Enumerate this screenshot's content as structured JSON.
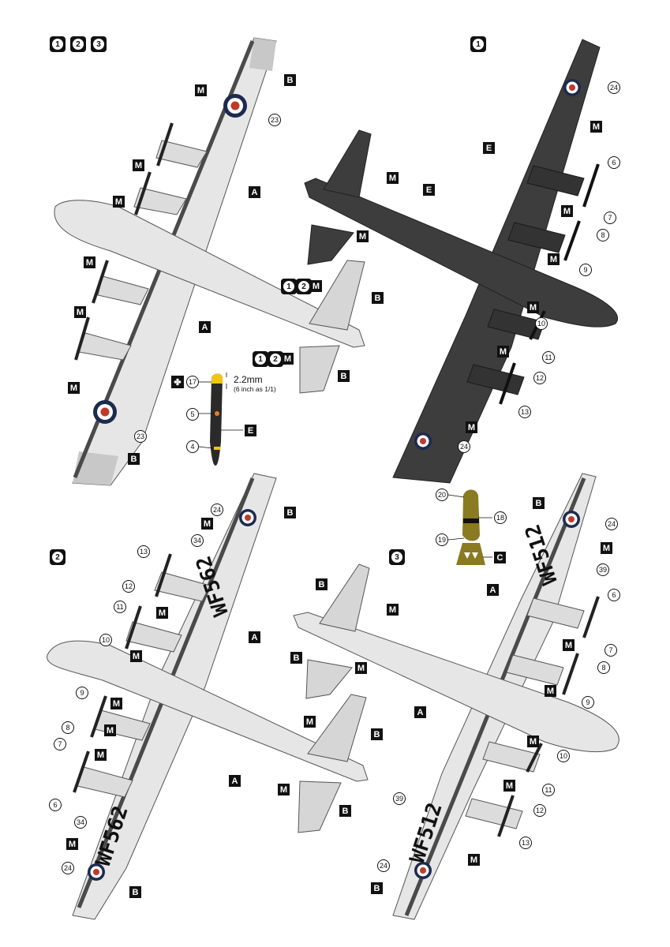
{
  "palette": {
    "dark_grey": "#3f3f3f",
    "light_grey": "#e4e4e4",
    "mid_grey": "#c4c4c4",
    "roundel_blue": "#1c2a4f",
    "roundel_red": "#c0392b",
    "bomb_olive": "#8a7a21",
    "prop_tip_yellow": "#f1c40f",
    "label_black": "#111111"
  },
  "headers": {
    "top_left": [
      "1",
      "2",
      "3"
    ],
    "top_right": [
      "1"
    ],
    "mid_left": [
      "2"
    ],
    "mid_right": [
      "3"
    ]
  },
  "top_left_view": {
    "labels": {
      "M": "M",
      "B": "B",
      "A": "A"
    },
    "callouts": {
      "c23": "23"
    },
    "tail_code_1": "1",
    "tail_code_2": "2",
    "tail_code_M": "M"
  },
  "top_right_view": {
    "labels": {
      "M": "M",
      "E": "E"
    },
    "callouts": [
      "24",
      "6",
      "7",
      "8",
      "9",
      "10",
      "11",
      "12",
      "13"
    ]
  },
  "propeller_detail": {
    "marker_icon": "propeller-icon",
    "callouts": {
      "c17": "17",
      "c5": "5",
      "c4": "4"
    },
    "dimension": "2.2mm",
    "dimension_note": "(6 inch as 1/1)",
    "color_label": "E"
  },
  "bomb_detail": {
    "callouts": {
      "c20": "20",
      "c18": "18",
      "c19": "19"
    },
    "color_label": "C"
  },
  "mid_left_view": {
    "serial": "WF562",
    "labels": {
      "B": "B",
      "M": "M",
      "A": "A"
    },
    "callouts": [
      "24",
      "34",
      "13",
      "12",
      "11",
      "10",
      "9",
      "8",
      "7",
      "6"
    ]
  },
  "mid_right_view": {
    "serial": "WF512",
    "labels": {
      "B": "B",
      "M": "M",
      "A": "A"
    },
    "callouts": [
      "24",
      "39",
      "6",
      "7",
      "8",
      "9",
      "10",
      "11",
      "12",
      "13"
    ]
  }
}
